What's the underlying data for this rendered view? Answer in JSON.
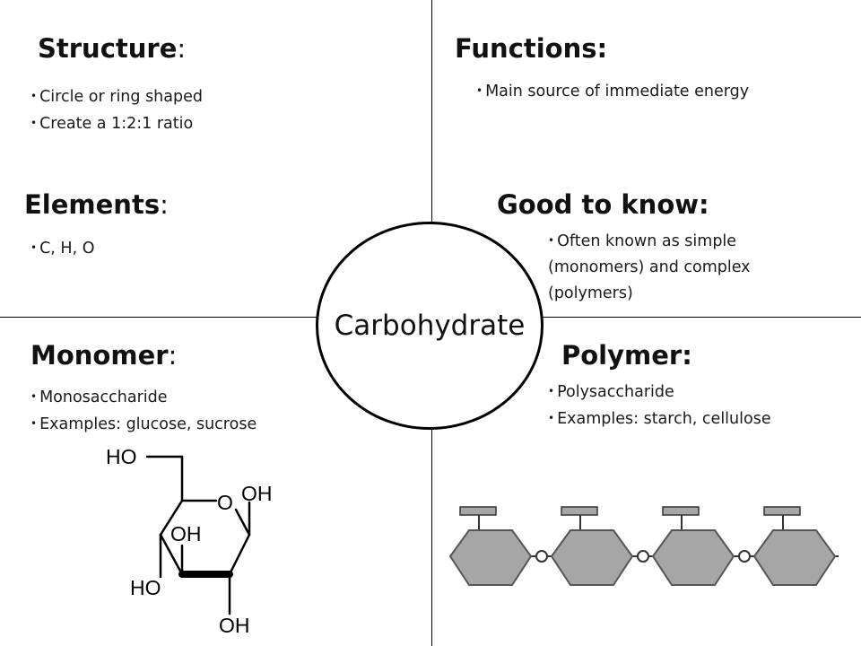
{
  "center": {
    "label": "Carbohydrate"
  },
  "structure": {
    "title": "Structure",
    "items": [
      "Circle or ring shaped",
      "Create a 1:2:1 ratio"
    ]
  },
  "functions": {
    "title": "Functions:",
    "items": [
      "Main source of immediate energy"
    ]
  },
  "elements": {
    "title": "Elements",
    "items": [
      "C, H, O"
    ]
  },
  "good_to_know": {
    "title": "Good to know:",
    "items": [
      "Often known as simple (monomers) and complex (polymers)"
    ]
  },
  "monomer": {
    "title": "Monomer",
    "items": [
      "Monosaccharide",
      "Examples: glucose, sucrose"
    ]
  },
  "polymer": {
    "title": "Polymer:",
    "items": [
      "Polysaccharide",
      "Examples: starch, cellulose"
    ]
  },
  "glucose_diagram": {
    "labels": {
      "ho_top": "HO",
      "ring_o": "O",
      "oh_right": "OH",
      "oh_inner": "OH",
      "ho_left": "HO",
      "oh_bottom": "OH"
    }
  },
  "polymer_diagram": {
    "linkage_label": "O",
    "fill_color": "#a6a6a6",
    "stroke_color": "#555555"
  },
  "colors": {
    "line": "#000000",
    "background": "#ffffff"
  }
}
